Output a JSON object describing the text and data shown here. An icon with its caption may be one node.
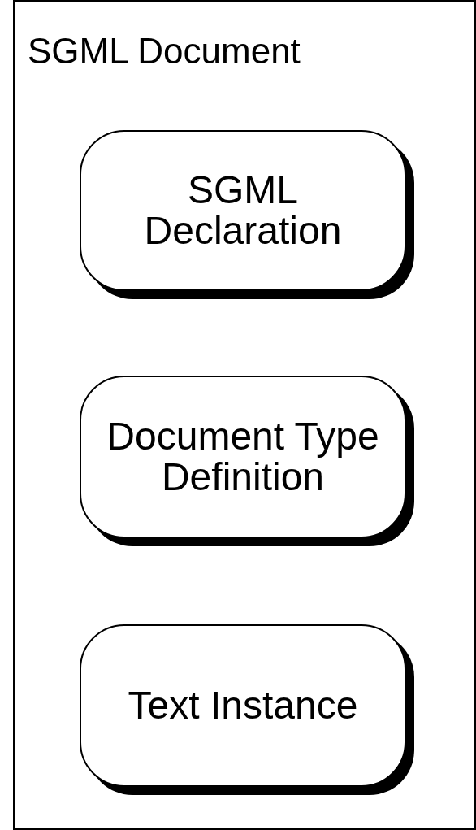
{
  "diagram": {
    "nodes": [
      {
        "text": [
          "SGML Document"
        ]
      },
      {
        "text": [
          "SGML Declaration"
        ],
        "in": 0
      },
      {
        "text": [
          "Document Type Definition"
        ],
        "in": 0
      },
      {
        "text": [
          "Text Instance"
        ],
        "in": 0
      }
    ]
  }
}
